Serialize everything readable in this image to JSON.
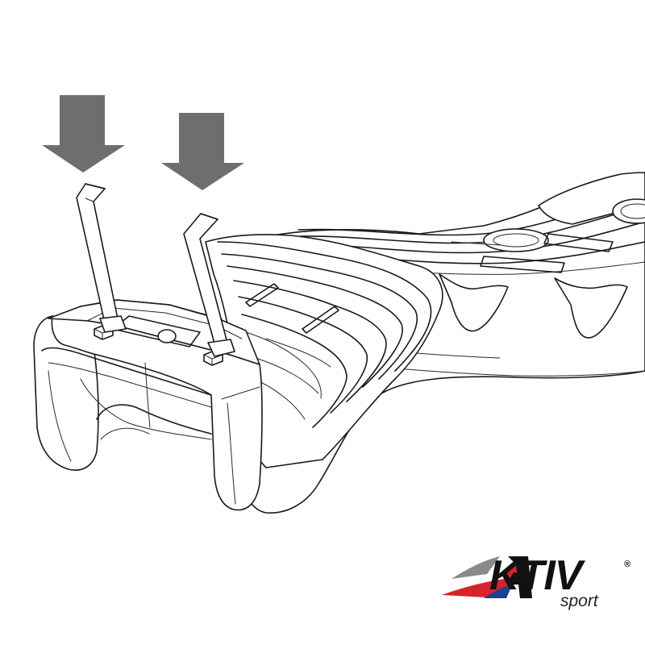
{
  "brand": {
    "wordmark": "KTIV",
    "subline": "sport",
    "registered_mark": "®",
    "colors": {
      "swoosh_red": "#d8232a",
      "swoosh_blue": "#1f3f8f",
      "swoosh_gray": "#8a8a8a",
      "text": "#111111"
    }
  },
  "diagram": {
    "arrow_color": "#6e6e6e",
    "arrows": [
      {
        "id": "left",
        "direction": "down"
      },
      {
        "id": "right",
        "direction": "down"
      }
    ],
    "parts": [
      "left-mounting-bracket",
      "right-mounting-bracket",
      "left-bolt",
      "right-bolt",
      "bike-carrier-base"
    ]
  }
}
